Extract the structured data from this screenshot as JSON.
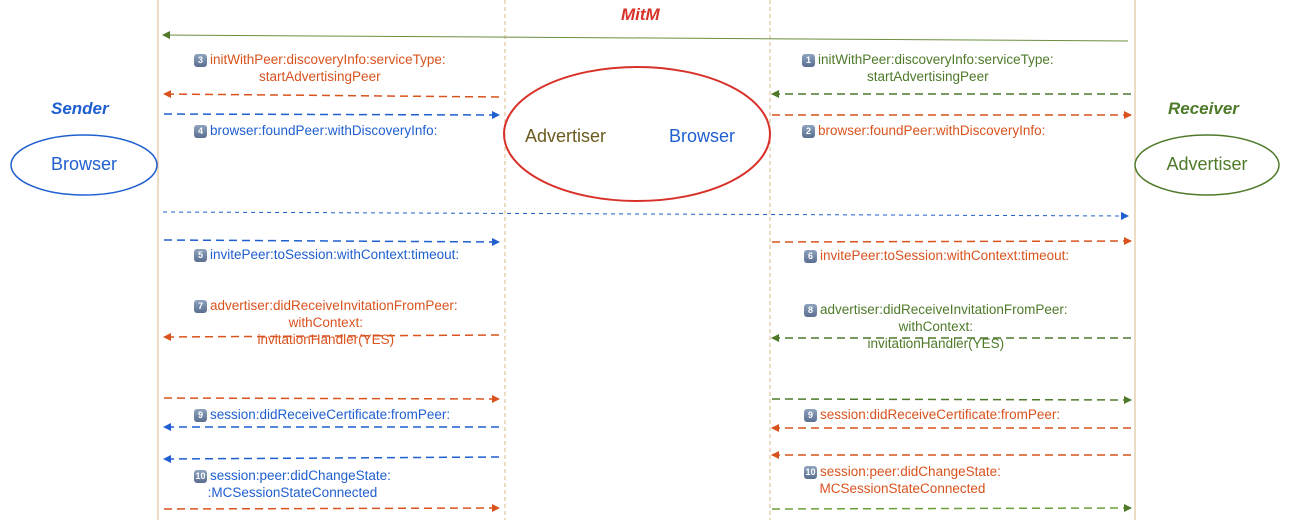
{
  "labels": {
    "sender": "Sender",
    "receiver": "Receiver",
    "mitm": "MitM",
    "sender_node": "Browser",
    "receiver_node": "Advertiser",
    "mitm_advertiser": "Advertiser",
    "mitm_browser": "Browser"
  },
  "colors": {
    "blue": "#1f5fd0",
    "orange": "#d9531e",
    "green": "#4e7a2a",
    "red": "#d8312a"
  },
  "messages": [
    {
      "num": "1",
      "text": "initWithPeer:discoveryInfo:serviceType:",
      "text2": "startAdvertisingPeer"
    },
    {
      "num": "2",
      "text": "browser:foundPeer:withDiscoveryInfo:"
    },
    {
      "num": "3",
      "text": "initWithPeer:discoveryInfo:serviceType:",
      "text2": "startAdvertisingPeer"
    },
    {
      "num": "4",
      "text": "browser:foundPeer:withDiscoveryInfo:"
    },
    {
      "num": "5",
      "text": "invitePeer:toSession:withContext:timeout:"
    },
    {
      "num": "6",
      "text": "invitePeer:toSession:withContext:timeout:"
    },
    {
      "num": "7",
      "text": "advertiser:didReceiveInvitationFromPeer:",
      "text2": "withContext:",
      "text3": "invitationHandler(YES)"
    },
    {
      "num": "8",
      "text": "advertiser:didReceiveInvitationFromPeer:",
      "text2": "withContext:",
      "text3": "invitationHandler(YES)"
    },
    {
      "num": "9",
      "text": "session:didReceiveCertificate:fromPeer:"
    },
    {
      "num": "9",
      "text": "session:didReceiveCertificate:fromPeer:"
    },
    {
      "num": "10",
      "text": "session:peer:didChangeState:",
      "text2": ":MCSessionStateConnected"
    },
    {
      "num": "10",
      "text": "session:peer:didChangeState:",
      "text2": "MCSessionStateConnected"
    }
  ]
}
